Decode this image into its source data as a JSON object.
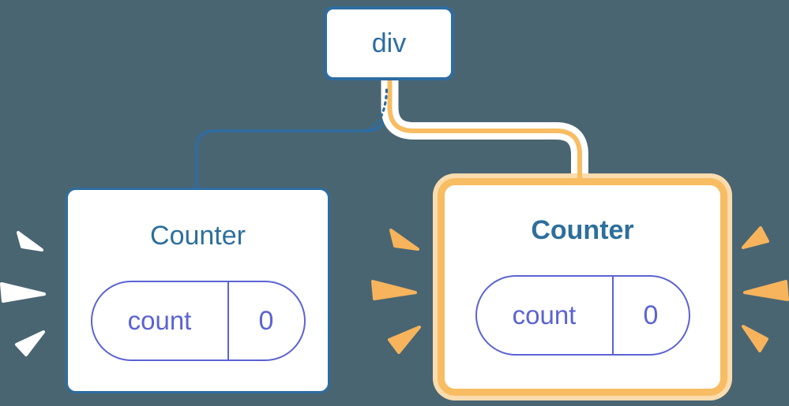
{
  "theme": {
    "background": "#4a6572",
    "node_blue": "#2e6da1",
    "title_blue": "#2d6f9b",
    "pill_purple": "#5b63d3",
    "glow_orange": "#f8bc62",
    "glow_pale": "#fbdcae",
    "spark_orange": "#f7b45c",
    "spark_white": "#ffffff",
    "card_bg": "#ffffff"
  },
  "tree": {
    "root": {
      "label": "div"
    },
    "children": [
      {
        "title": "Counter",
        "state": {
          "key": "count",
          "value": "0"
        },
        "highlighted": false
      },
      {
        "title": "Counter",
        "state": {
          "key": "count",
          "value": "0"
        },
        "highlighted": true
      }
    ]
  }
}
